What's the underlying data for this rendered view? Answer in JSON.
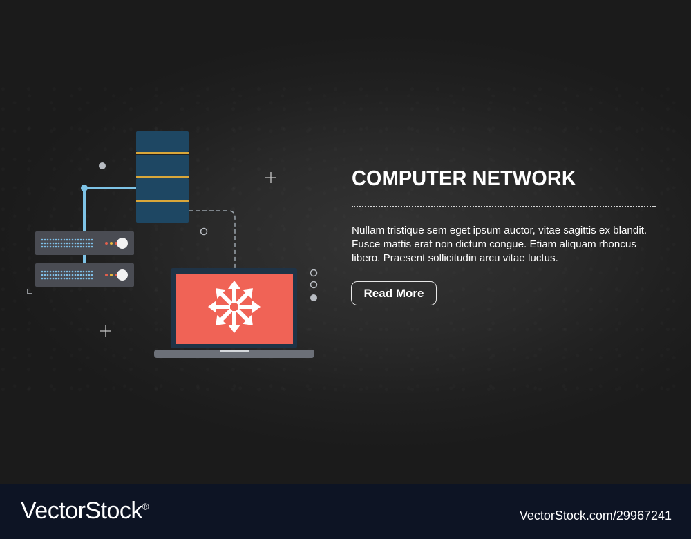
{
  "banner": {
    "title": "COMPUTER NETWORK",
    "body": "Nullam tristique sem eget ipsum auctor, vitae sagittis ex blandit. Fusce mattis erat non dictum congue. Etiam aliquam rhoncus libero. Praesent sollicitudin arcu vitae luctus.",
    "button_label": "Read More"
  },
  "illustration": {
    "icons": [
      "server-rack-icon",
      "server-unit-icon",
      "laptop-icon",
      "arrows-spread-icon",
      "plus-sparkle-icon",
      "circle-dot-icon"
    ],
    "colors": {
      "rack": "#1e4763",
      "rack_stripe": "#d9a73a",
      "cable": "#7ec3e6",
      "server_body": "#4a4c53",
      "server_lights": "#7fc0e8",
      "laptop_frame": "#1f3346",
      "laptop_screen": "#f06356",
      "laptop_base": "#6c7078"
    }
  },
  "footer": {
    "logo": "VectorStock",
    "logo_mark": "®",
    "image_id": "VectorStock.com/29967241"
  }
}
